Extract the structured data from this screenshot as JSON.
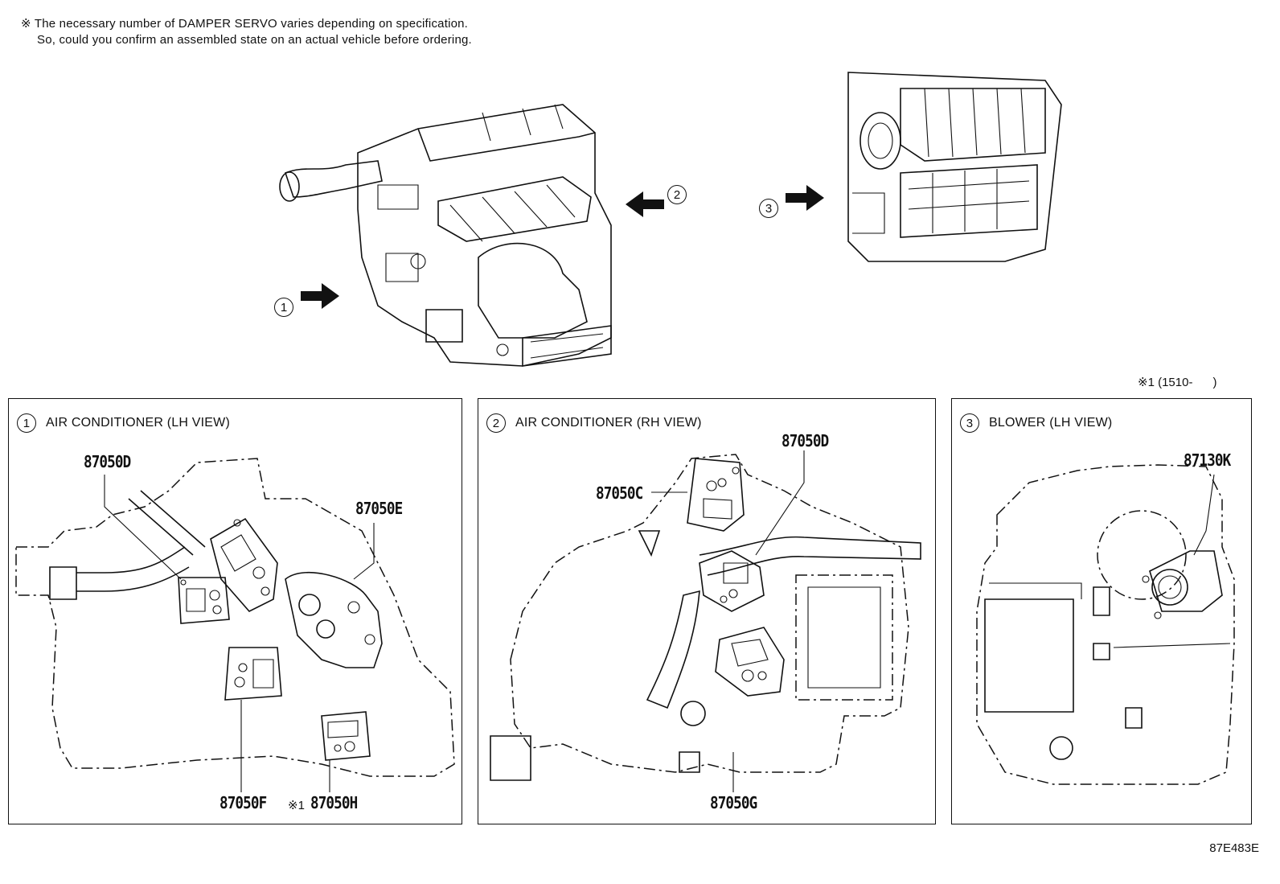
{
  "notes": {
    "line1": "※ The necessary number of DAMPER SERVO varies depending on specification.",
    "line2": "So, could you confirm an assembled state on an actual vehicle before ordering."
  },
  "overview": {
    "callouts": [
      {
        "num": "1",
        "icon": "arrow-right-icon"
      },
      {
        "num": "2",
        "icon": "arrow-left-icon"
      },
      {
        "num": "3",
        "icon": "arrow-right-icon"
      }
    ]
  },
  "footnote": "※1 (1510-      )",
  "panels": [
    {
      "num": "1",
      "title": "AIR CONDITIONER (LH VIEW)",
      "parts": [
        "87050D",
        "87050E",
        "87050F",
        "87050H"
      ],
      "star_note": "※1"
    },
    {
      "num": "2",
      "title": "AIR CONDITIONER (RH VIEW)",
      "parts": [
        "87050D",
        "87050C",
        "87050G"
      ]
    },
    {
      "num": "3",
      "title": "BLOWER (LH VIEW)",
      "parts": [
        "87130K"
      ]
    }
  ],
  "diagram_code": "87E483E"
}
